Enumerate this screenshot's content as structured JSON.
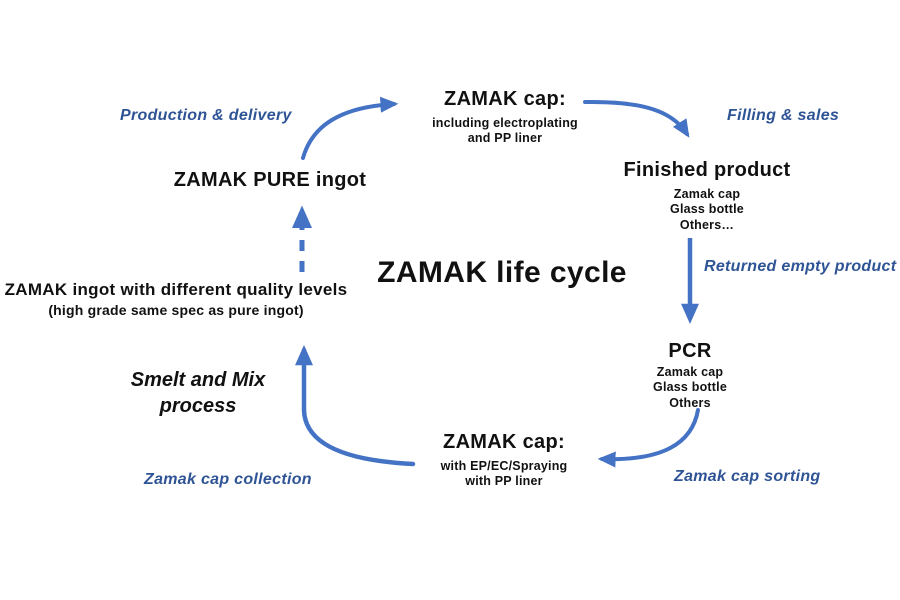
{
  "title": "ZAMAK life cycle",
  "nodes": {
    "cap_top": {
      "title": "ZAMAK cap:",
      "subs": [
        "including electroplating",
        "and PP liner"
      ]
    },
    "finished_product": {
      "title": "Finished product",
      "subs": [
        "Zamak cap",
        "Glass bottle",
        "Others…"
      ]
    },
    "pcr": {
      "title": "PCR",
      "subs": [
        "Zamak cap",
        "Glass bottle",
        "Others"
      ]
    },
    "cap_bottom": {
      "title": "ZAMAK cap:",
      "subs": [
        "with EP/EC/Spraying",
        "with PP liner"
      ]
    },
    "ingot_mixed": {
      "title": "ZAMAK ingot with different quality levels",
      "subs": [
        "(high grade same spec as pure ingot)"
      ]
    },
    "pure_ingot": {
      "title": "ZAMAK PURE ingot"
    },
    "smelt": {
      "lines": [
        "Smelt and Mix",
        "process"
      ]
    }
  },
  "labels": {
    "production": "Production & delivery",
    "filling": "Filling & sales",
    "returned": "Returned empty product",
    "sorting": "Zamak cap sorting",
    "collection": "Zamak cap collection"
  },
  "colors": {
    "arrow": "#4472C4",
    "label_text": "#2F5496",
    "node_text": "#111111"
  }
}
